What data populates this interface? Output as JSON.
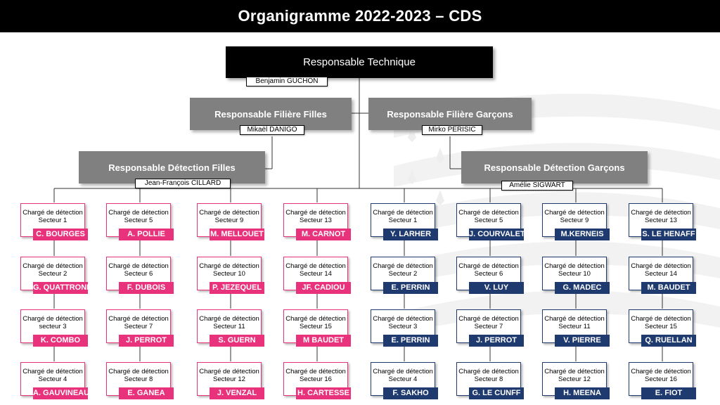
{
  "title": "Organigramme 2022-2023 – CDS",
  "colors": {
    "girls": "#e8327c",
    "boys": "#1f3a6e",
    "grey": "#808080",
    "black": "#000000"
  },
  "top": {
    "role": "Responsable Technique",
    "name": "Benjamin GUCHON"
  },
  "filiere_filles": {
    "role": "Responsable Filière Filles",
    "name": "Mikaël DANIGO"
  },
  "filiere_garcons": {
    "role": "Responsable Filière Garçons",
    "name": "Mirko PERISIC"
  },
  "detection_filles": {
    "role": "Responsable Détection Filles",
    "name": "Jean-François CILLARD"
  },
  "detection_garcons": {
    "role": "Responsable Détection Garçons",
    "name": "Amélie SIGWART"
  },
  "columns": [
    {
      "group": "girls",
      "cards": [
        {
          "role": "Chargé de détection",
          "sector": "Secteur 1",
          "name": "C. BOURGES"
        },
        {
          "role": "Chargé de détection",
          "sector": "Secteur 2",
          "name": "G. QUATTRONE"
        },
        {
          "role": "Chargé de détection",
          "sector": "secteur 3",
          "name": "K. COMBO"
        },
        {
          "role": "Chargé de détection",
          "sector": "Secteur 4",
          "name": "A. GAUVINEAU"
        }
      ]
    },
    {
      "group": "girls",
      "cards": [
        {
          "role": "Chargé de détection",
          "sector": "Secteur 5",
          "name": "A. POLLIE"
        },
        {
          "role": "Chargé de détection",
          "sector": "Secteur 6",
          "name": "F. DUBOIS"
        },
        {
          "role": "Chargé de détection",
          "sector": "Secteur 7",
          "name": "J. PERROT"
        },
        {
          "role": "Chargé de détection",
          "sector": "Secteur 8",
          "name": "E. GANEA"
        }
      ]
    },
    {
      "group": "girls",
      "cards": [
        {
          "role": "Chargé de détection",
          "sector": "Secteur 9",
          "name": "M. MELLOUET"
        },
        {
          "role": "Chargé de détection",
          "sector": "Secteur 10",
          "name": "P. JEZEQUEL"
        },
        {
          "role": "Chargé de détection",
          "sector": "Secteur 11",
          "name": "S. GUERN"
        },
        {
          "role": "Chargé de détection",
          "sector": "Secteur 12",
          "name": "J. VENZAL"
        }
      ]
    },
    {
      "group": "girls",
      "cards": [
        {
          "role": "Chargé de détection",
          "sector": "Secteur 13",
          "name": "M. CARNOT"
        },
        {
          "role": "Chargé de détection",
          "sector": "Secteur 14",
          "name": "JF. CADIOU"
        },
        {
          "role": "Chargé de détection",
          "sector": "Secteur 15",
          "name": "M BAUDET"
        },
        {
          "role": "Chargé de détection",
          "sector": "Secteur 16",
          "name": "H. CARTESSE"
        }
      ]
    },
    {
      "group": "boys",
      "cards": [
        {
          "role": "Chargé de détection",
          "sector": "Secteur 1",
          "name": "Y. LARHER"
        },
        {
          "role": "Chargé de détection",
          "sector": "Secteur 2",
          "name": "E. PERRIN"
        },
        {
          "role": "Chargé de détection",
          "sector": "Secteur 3",
          "name": "E. PERRIN"
        },
        {
          "role": "Chargé de détection",
          "sector": "Secteur 4",
          "name": "F. SAKHO"
        }
      ]
    },
    {
      "group": "boys",
      "cards": [
        {
          "role": "Chargé de détection",
          "sector": "Secteur 5",
          "name": "J. COURVALET"
        },
        {
          "role": "Chargé de détection",
          "sector": "Secteur 6",
          "name": "V. LUY"
        },
        {
          "role": "Chargé de détection",
          "sector": "Secteur 7",
          "name": "J. PERROT"
        },
        {
          "role": "Chargé de détection",
          "sector": "Secteur 8",
          "name": "G. LE CUNFF"
        }
      ]
    },
    {
      "group": "boys",
      "cards": [
        {
          "role": "Chargé de détection",
          "sector": "Secteur 9",
          "name": "M.KERNEIS"
        },
        {
          "role": "Chargé de détection",
          "sector": "Secteur 10",
          "name": "G. MADEC"
        },
        {
          "role": "Chargé de détection",
          "sector": "Secteur 11",
          "name": "V. PIERRE"
        },
        {
          "role": "Chargé de détection",
          "sector": "Secteur 12",
          "name": "H. MEENA"
        }
      ]
    },
    {
      "group": "boys",
      "cards": [
        {
          "role": "Chargé de détection",
          "sector": "Secteur 13",
          "name": "S. LE HENAFF"
        },
        {
          "role": "Chargé de détection",
          "sector": "Secteur 14",
          "name": "M. BAUDET"
        },
        {
          "role": "Chargé de détection",
          "sector": "Secteur 15",
          "name": "Q. RUELLAN"
        },
        {
          "role": "Chargé de détection",
          "sector": "Secteur 16",
          "name": "E. FIOT"
        }
      ]
    }
  ]
}
